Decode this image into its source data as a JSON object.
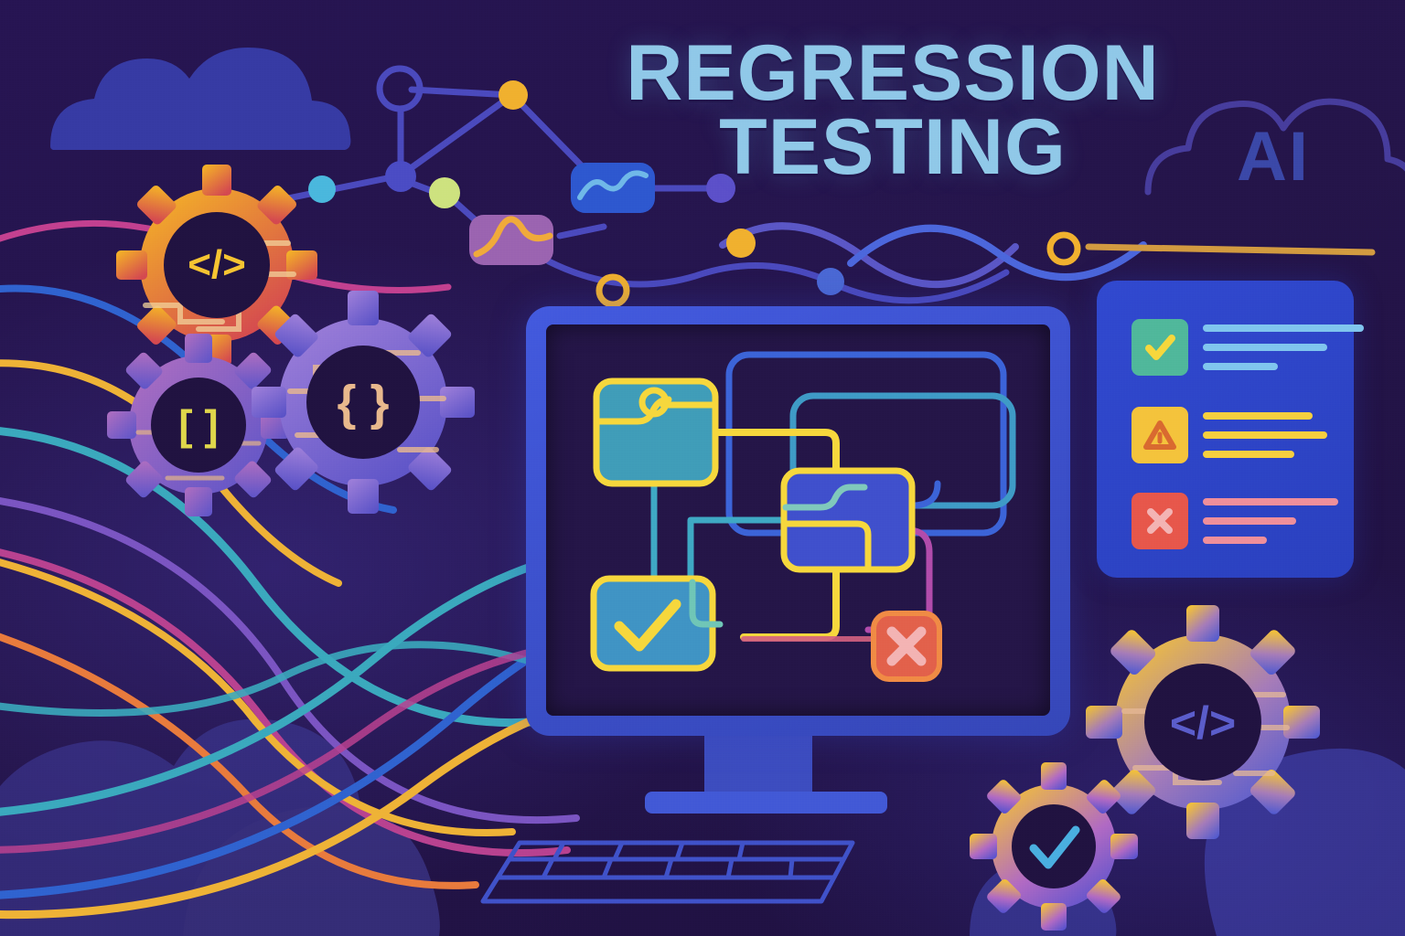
{
  "poster": {
    "title_line1": "REGRESSION",
    "title_line2": "TESTING",
    "ai_label": "AI",
    "title_color": "#8fc8e8",
    "background_color": "#241348"
  },
  "gears": [
    {
      "name": "code-gear",
      "symbol": "</>",
      "color_from": "#f6b824",
      "color_to": "#d4484f",
      "position": "top-left-upper"
    },
    {
      "name": "brackets-gear",
      "symbol": "[ ]",
      "color_from": "#b06ec0",
      "color_to": "#5a53c8",
      "position": "top-left-lower"
    },
    {
      "name": "braces-gear",
      "symbol": "{ }",
      "color_from": "#8d7bd6",
      "color_to": "#5a53c8",
      "position": "top-left-right"
    },
    {
      "name": "code-gear-large",
      "symbol": "</>",
      "color_from": "#f6c431",
      "color_to": "#5b5ed0",
      "position": "bottom-right-large"
    },
    {
      "name": "check-gear-small",
      "symbol": "check",
      "color_from": "#f6c431",
      "color_to": "#6a58cc",
      "position": "bottom-right-small"
    }
  ],
  "monitor": {
    "frame_color": "#4259de",
    "screen_color": "#241547",
    "flow_nodes": [
      {
        "name": "flow-node-start",
        "type": "teal-box",
        "glyph": "path-with-circle",
        "fill": "#45a8b4"
      },
      {
        "name": "flow-node-process",
        "type": "blue-box",
        "glyph": "routing-paths",
        "fill": "#3f4fcc"
      },
      {
        "name": "flow-node-pass",
        "type": "teal-box",
        "glyph": "check",
        "fill": "#45a0be"
      },
      {
        "name": "flow-node-fail",
        "type": "red-box",
        "glyph": "x",
        "fill": "#e2604a"
      },
      {
        "name": "flow-outline-box-blue",
        "type": "outline-box",
        "glyph": "",
        "fill": "none"
      },
      {
        "name": "flow-outline-box-cyan",
        "type": "outline-box",
        "glyph": "",
        "fill": "none"
      }
    ],
    "accent_color": "#f6d73c"
  },
  "results_panel": {
    "background": "#3048cf",
    "rows": [
      {
        "status": "pass",
        "icon": "check-icon",
        "tile_color": "#4fb79a",
        "icon_color": "#f6d73c",
        "line_color": "#7fc5ee",
        "line_widths": [
          176,
          136,
          82
        ]
      },
      {
        "status": "warning",
        "icon": "warning-triangle-icon",
        "tile_color": "#f4c33b",
        "icon_color": "#d9692f",
        "line_color": "#f6cf3e",
        "line_widths": [
          120,
          136,
          100
        ]
      },
      {
        "status": "fail",
        "icon": "x-icon",
        "tile_color": "#e7564a",
        "icon_color": "#f3b3b3",
        "line_color": "#ef8e9a",
        "line_widths": [
          148,
          102,
          70
        ]
      }
    ]
  },
  "network_graph": {
    "nodes": [
      {
        "name": "node-hollow-circle",
        "color": "#4a4bc4",
        "style": "ring"
      },
      {
        "name": "node-orange-dot",
        "color": "#f0b02e",
        "style": "filled"
      },
      {
        "name": "node-lime-dot",
        "color": "#cde27e",
        "style": "filled"
      },
      {
        "name": "node-blue-dot",
        "color": "#4a4bc4",
        "style": "filled"
      },
      {
        "name": "node-cyan-dot",
        "color": "#49b7dd",
        "style": "filled"
      },
      {
        "name": "node-orange-ring",
        "color": "#f0b02e",
        "style": "ring"
      },
      {
        "name": "node-purple-dot",
        "color": "#5b4fc9",
        "style": "filled"
      }
    ],
    "cards": [
      {
        "name": "chart-card-blue",
        "fill": "#2d57cf",
        "line": "#6fb8e8"
      },
      {
        "name": "chart-card-purple",
        "fill": "#9a63b0",
        "line": "#f0a93a"
      }
    ]
  },
  "waves": [
    {
      "name": "wave-magenta",
      "color": "#c2408f"
    },
    {
      "name": "wave-blue",
      "color": "#2f62cf"
    },
    {
      "name": "wave-gold",
      "color": "#eeb236"
    },
    {
      "name": "wave-teal",
      "color": "#3aa8bd"
    },
    {
      "name": "wave-orange",
      "color": "#e87a3c"
    },
    {
      "name": "wave-purple",
      "color": "#7a54c2"
    }
  ],
  "clouds": [
    {
      "name": "cloud-top-left",
      "color": "#3a43b6"
    },
    {
      "name": "cloud-bottom-left",
      "color": "#3f3d9d"
    },
    {
      "name": "cloud-bottom-right",
      "color": "#4246b5"
    },
    {
      "name": "cloud-outline-ai",
      "color": "#5249b8"
    }
  ]
}
